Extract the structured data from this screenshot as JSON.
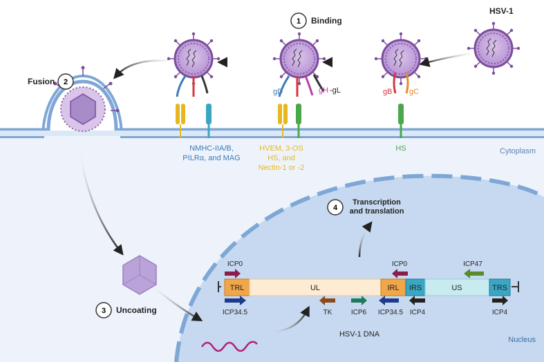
{
  "steps": {
    "binding": {
      "number": "1",
      "label": "Binding"
    },
    "fusion": {
      "number": "2",
      "label": "Fusion"
    },
    "uncoating": {
      "number": "3",
      "label": "Uncoating"
    },
    "transcription": {
      "number": "4",
      "line1": "Transcription",
      "line2": "and translation"
    }
  },
  "virus_label": "HSV-1",
  "glycoproteins": {
    "gD": "gD",
    "gH": "gH",
    "gL": "-gL",
    "gB": "gB",
    "gC": "gC"
  },
  "receptors": {
    "nmhc": {
      "line1": "NMHC-IIA/B,",
      "line2": "PILRα, and MAG"
    },
    "hvem": {
      "line1": "HVEM, 3-OS",
      "line2": "HS, and",
      "line3": "Nectin-1 or -2"
    },
    "hs": "HS"
  },
  "compartments": {
    "cytoplasm": "Cytoplasm",
    "nucleus": "Nucleus"
  },
  "genome": {
    "segments": {
      "trl": "TRL",
      "ul": "UL",
      "irl": "IRL",
      "irs": "IRS",
      "us": "US",
      "trs": "TRS"
    },
    "genes": {
      "icp0_left": "ICP0",
      "icp34_5_left": "ICP34.5",
      "icp0_right": "ICP0",
      "icp47": "ICP47",
      "tk": "TK",
      "icp6": "ICP6",
      "icp34_5_right": "ICP34.5",
      "icp4_mid": "ICP4",
      "icp4_right": "ICP4"
    },
    "dna_label": "HSV-1 DNA"
  },
  "colors": {
    "membrane": "#7fa7d6",
    "cytoplasm": "#eef3fb",
    "nucleus": "#c5d7f0",
    "virus": "#8b5ea8",
    "ul_fill": "#fdebd3",
    "us_fill": "#c8ebf0",
    "repeat_orange": "#f1a64a",
    "repeat_teal": "#3aa6c4",
    "receptor_blue": "#3b7bb8",
    "receptor_yellow": "#e6b820",
    "receptor_green": "#4aa84a"
  }
}
